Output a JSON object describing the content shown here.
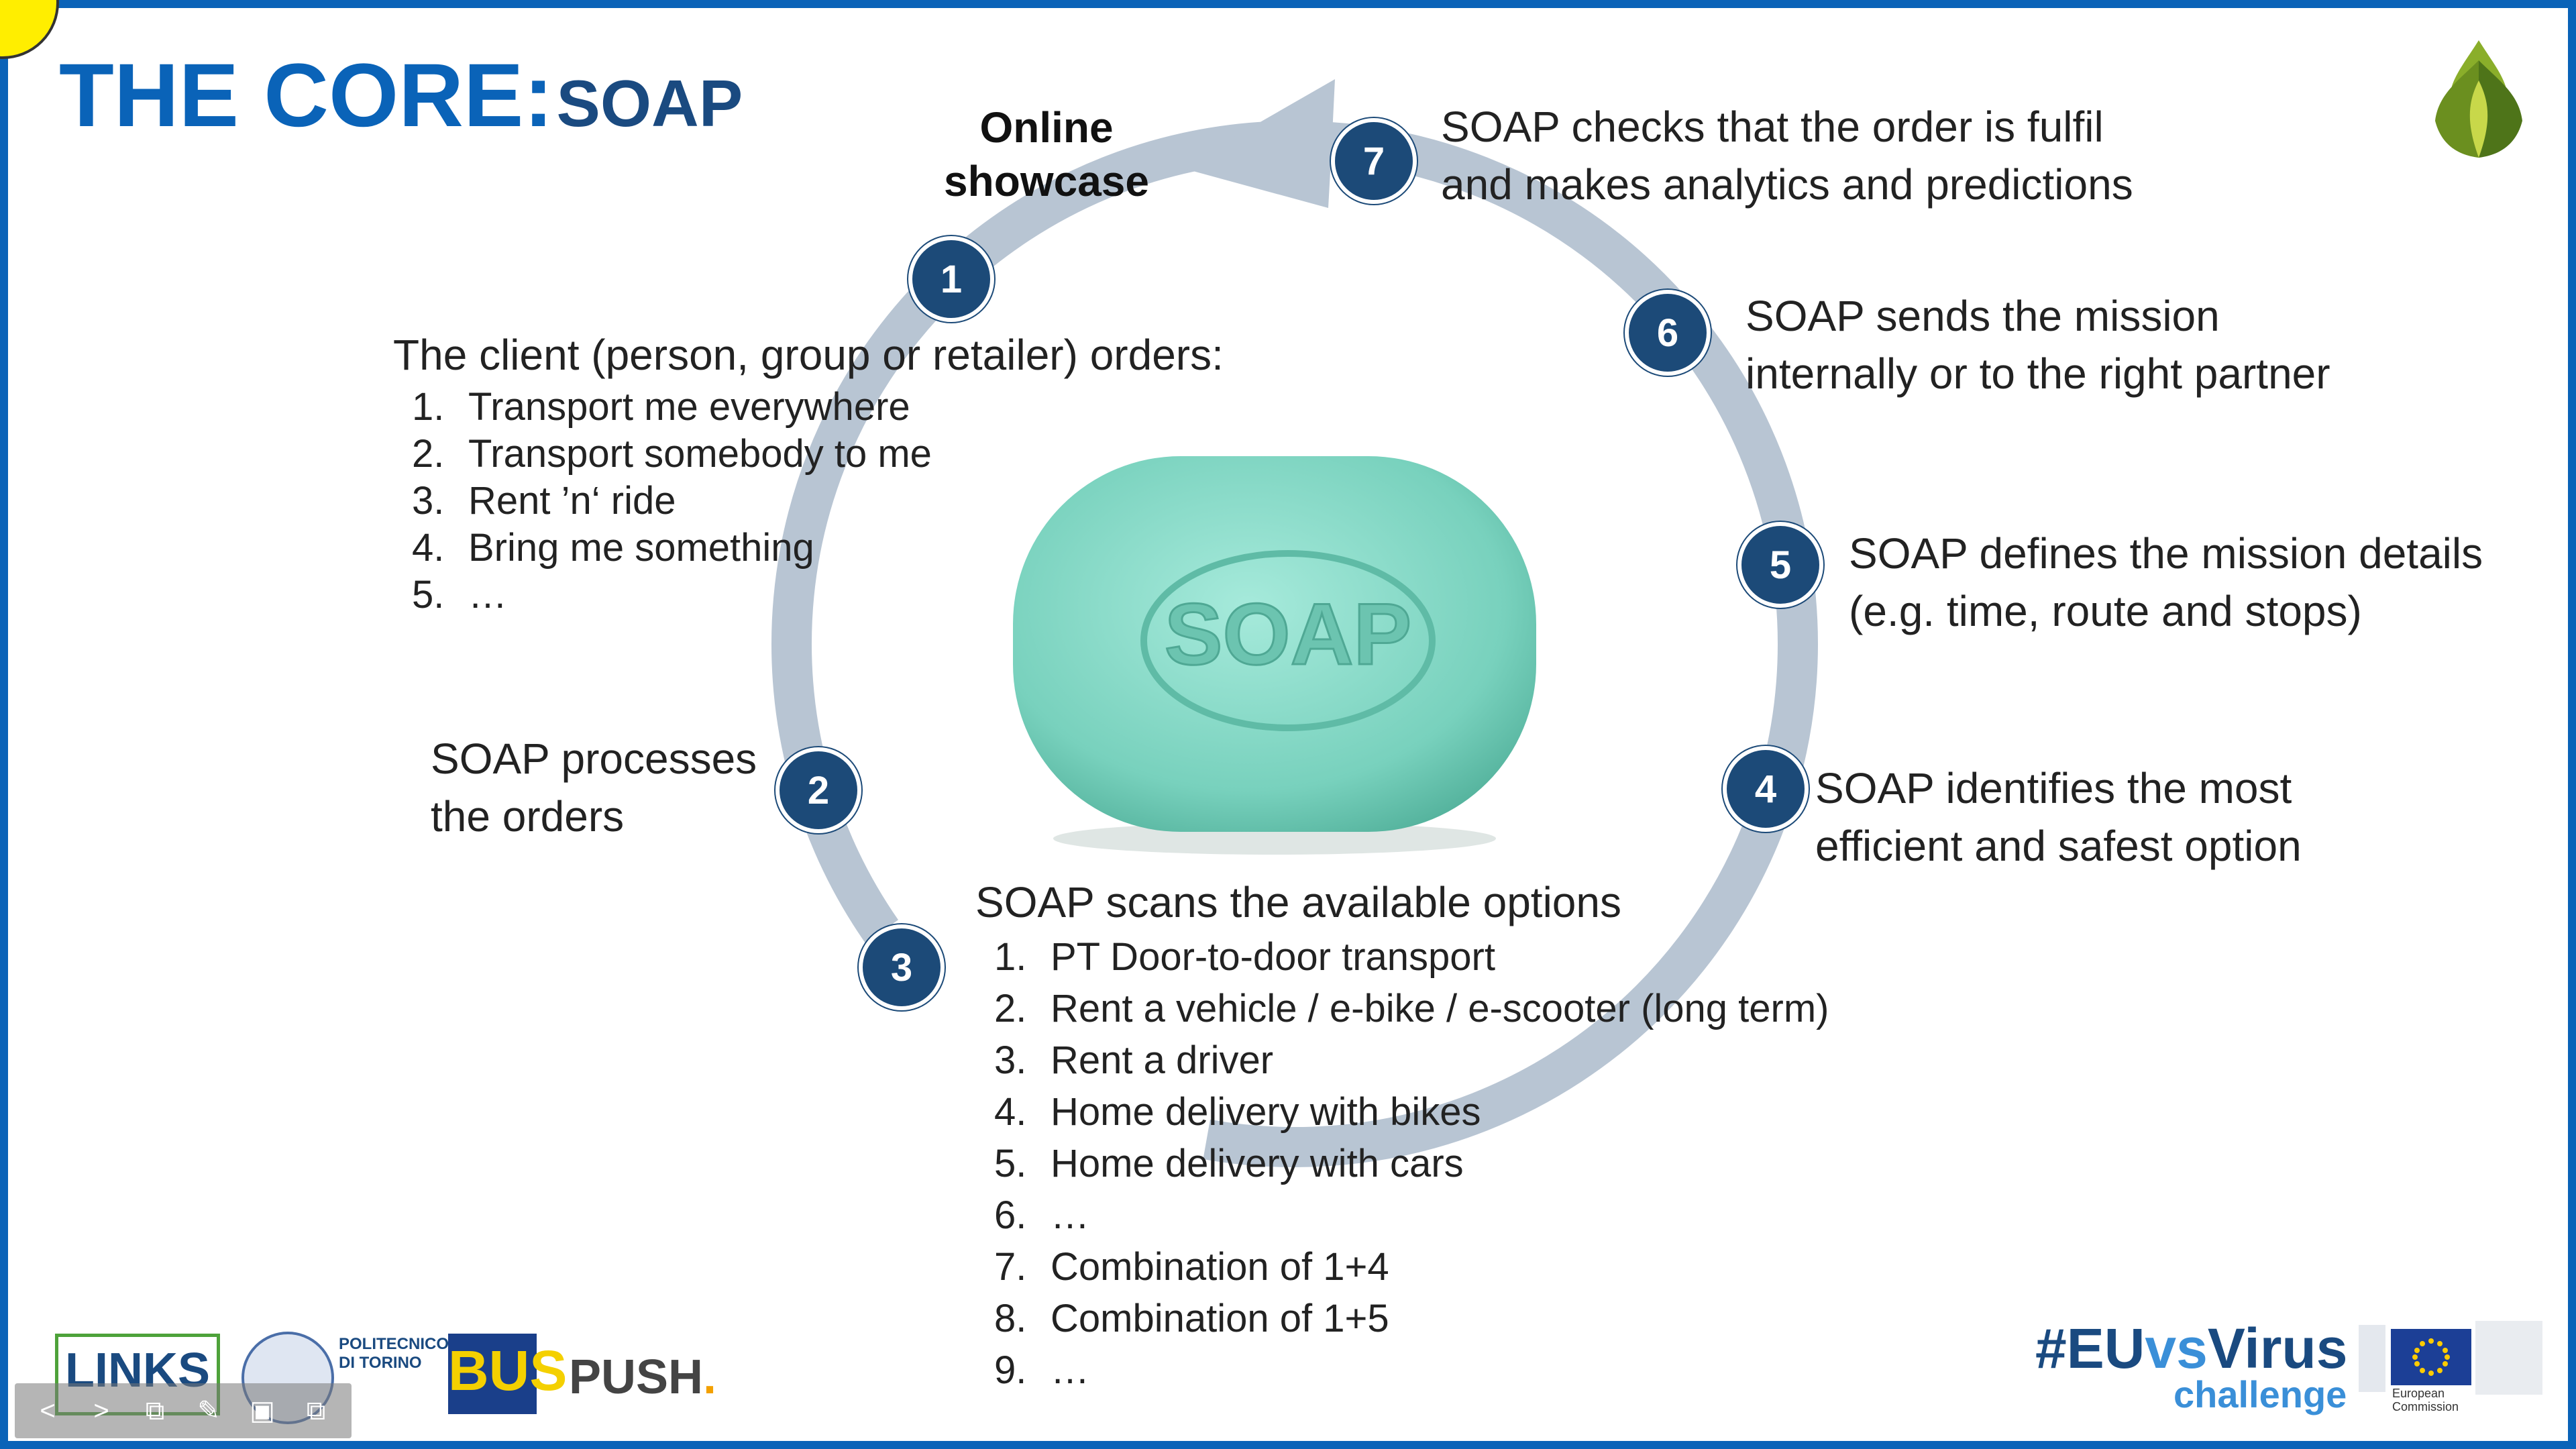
{
  "title": {
    "part1": "THE CORE:",
    "part2": "SOAP"
  },
  "showcase_label": "Online\nshowcase",
  "soap_bar_text": "SOAP",
  "steps": {
    "s1": {
      "number": "1",
      "intro": "The client (person, group or retailer) orders:",
      "items": [
        "Transport me everywhere",
        "Transport somebody to me",
        "Rent ’n‘ ride",
        "Bring me something",
        "…"
      ]
    },
    "s2": {
      "number": "2",
      "text": "SOAP processes\nthe orders"
    },
    "s3": {
      "number": "3",
      "intro": "SOAP scans the available options",
      "items": [
        "PT Door-to-door transport",
        "Rent a vehicle / e-bike / e-scooter (long term)",
        "Rent a driver",
        "Home delivery with bikes",
        "Home delivery with cars",
        "…",
        "Combination of 1+4",
        "Combination of 1+5",
        "…"
      ]
    },
    "s4": {
      "number": "4",
      "text": "SOAP identifies the most\nefficient and safest option"
    },
    "s5": {
      "number": "5",
      "text": "SOAP defines the mission details\n(e.g. time, route and stops)"
    },
    "s6": {
      "number": "6",
      "text": "SOAP sends the mission\ninternally or to the right partner"
    },
    "s7": {
      "number": "7",
      "text": "SOAP checks that the order is fulfil\nand makes analytics and predictions"
    }
  },
  "logos": {
    "links": "LINKS",
    "polito": "POLITECNICO\nDI TORINO",
    "bus": "BUS",
    "push": "PUSH",
    "euvsvirus_prefix": "#EU",
    "euvsvirus_vs": "vs",
    "euvsvirus_suffix": "Virus",
    "challenge": "challenge",
    "ec": "European\nCommission"
  },
  "toolbar": [
    "<",
    ">",
    "⧉",
    "✎",
    "▣",
    "⧉"
  ],
  "colors": {
    "accent": "#0a63b8",
    "circle": "#1c4a78",
    "ring": "#b8c5d3",
    "soap": "#7fd6c2"
  }
}
